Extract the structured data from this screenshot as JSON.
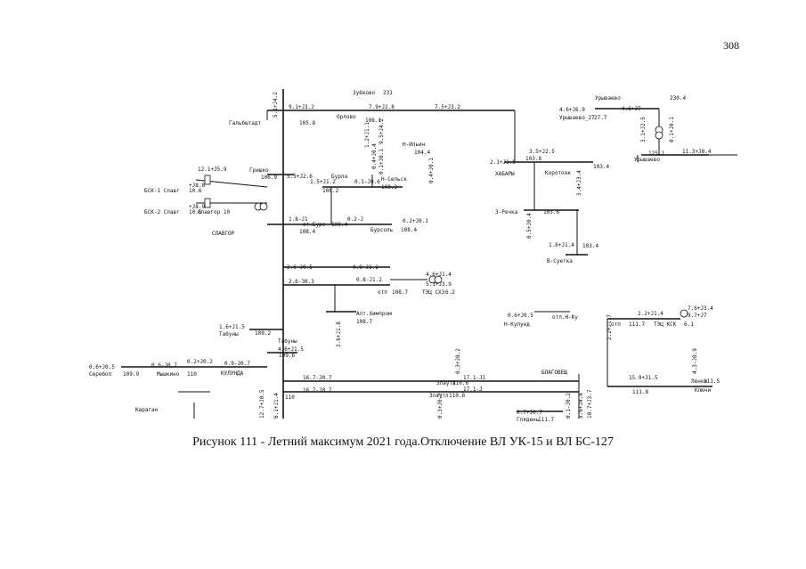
{
  "page": {
    "number": "308",
    "caption": "Рисунок 111 - Летний максимум 2021 года.Отключение ВЛ УК-15 и ВЛ БС-127"
  },
  "scheme": {
    "nodes": [
      {
        "name": "Зубково",
        "code": "231"
      },
      {
        "name": "Гальбштадт",
        "voltage": "105.8"
      },
      {
        "name": "Орлово",
        "voltage": "108.1"
      },
      {
        "name": "Н-Ильин",
        "voltage": "104.4"
      },
      {
        "name": "Урываево",
        "code": "230.4"
      },
      {
        "name": "Урываево_27",
        "voltage": "27.7"
      },
      {
        "name": "Урываево",
        "code": "125.1"
      },
      {
        "name": "Коротояк",
        "voltage": "103.4"
      },
      {
        "name": "ХАБАРЫ",
        "voltage": "103.8"
      },
      {
        "name": "Гришко",
        "voltage": "106.9"
      },
      {
        "name": "Бурла",
        "voltage": "108.2"
      },
      {
        "name": "Н-Сельск",
        "voltage": "108.2"
      },
      {
        "name": "БСК-1 Славг",
        "voltage": "10.6"
      },
      {
        "name": "БСК-2 Славг",
        "voltage": "10.6"
      },
      {
        "name": "Славгор 10"
      },
      {
        "name": "СЛАВГОР",
        "voltage": "108.4"
      },
      {
        "name": "от.Бурс",
        "voltage": "108.4"
      },
      {
        "name": "Бурсоль",
        "voltage": "108.4"
      },
      {
        "name": "3-Речка",
        "voltage": "103.6"
      },
      {
        "name": "В-Суетка",
        "voltage": "103.4"
      },
      {
        "name": "отп",
        "voltage": "108.7"
      },
      {
        "name": "ТЭЦ СХЗ",
        "voltage": "6.2"
      },
      {
        "name": "Алт.Химпром",
        "voltage": "108.7"
      },
      {
        "name": "Н-Кулунд",
        "code": "отп.Н-Ку"
      },
      {
        "name": "ТЭЦ КСК",
        "voltage": "6.1"
      },
      {
        "name": "отп",
        "voltage": "111.7"
      },
      {
        "name": "Табуны",
        "voltage": "109.2"
      },
      {
        "name": "Табуны",
        "voltage": "109.6"
      },
      {
        "name": "Серебоп",
        "voltage": "109.9"
      },
      {
        "name": "Мышкино",
        "voltage": "110"
      },
      {
        "name": "КУЛУНДА",
        "voltage": "110"
      },
      {
        "name": "Злаутл",
        "voltage": "110.6"
      },
      {
        "name": "Злаутл",
        "voltage": "110.6"
      },
      {
        "name": "БЛАГОВЕЩ"
      },
      {
        "name": "Глядень",
        "voltage": "111.7"
      },
      {
        "name": "Ленки",
        "voltage": "111.8"
      },
      {
        "name": "Ключи",
        "voltage": "111.5"
      },
      {
        "name": "Караган"
      }
    ],
    "flows": [
      "9.5+J4.2",
      "9.1+J3.2",
      "7.9+J2.8",
      "7.5+J3.2",
      "5.1+J4.2",
      "1.2+J1.1",
      "0.4+J0.1",
      "0.4+J0.4",
      "4.6+J6.9",
      "4.6+J7",
      "3.1+J2.5",
      "3.5+J2.5",
      "0.1+J0.1",
      "11.3+J8.4",
      "12.1+J5.9",
      "+J8.8",
      "+J8.9",
      "5.5+J2.6",
      "1.5+J1.2",
      "0.1-J0.6",
      "0.1+J0.1",
      "1.8-J1",
      "0.2-J",
      "0.2+J0.1",
      "2.1+J1.5",
      "3.4+J3.4",
      "0.5+J0.4",
      "1.6+J1.4",
      "2.6-J0.5",
      "0.8-J1.2",
      "2.6-30.3",
      "0.8-J1.2",
      "4.6+J1.4",
      "5.1+J3.9",
      "3.6+J1.8",
      "0.6+J0.5",
      "2.2+J1.4",
      "2.2+J1.7",
      "7.6+J3.4",
      "9.7+J7",
      "1.6+J1.5",
      "4.6+J1.5",
      "0.6+J0.5",
      "0.6-J0.7",
      "0.2+J0.2",
      "0.9-J0.7",
      "16.7-J0.7",
      "17.1-J1",
      "16.7-J0.7",
      "17.1-J",
      "15.9+J1.5",
      "0.7+J0.7",
      "5.6+J4.4",
      "10.7+J3.7",
      "12.7+J0.5",
      "6.1+J1.4",
      "4.3-J0.9",
      "0.3+J0.2",
      "0.3+J0.2",
      "0.1-J0.2"
    ]
  }
}
